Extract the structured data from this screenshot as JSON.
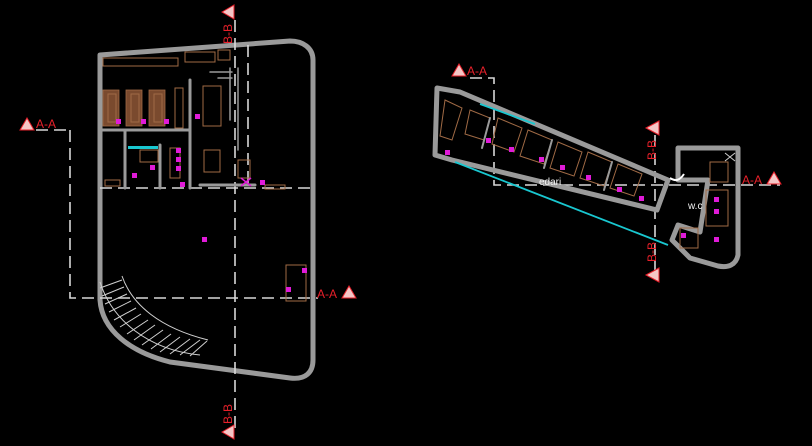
{
  "section_marks": {
    "aa": "A-A",
    "bb": "B-B"
  },
  "room_labels": {
    "office": "edari",
    "wc": "w.c"
  },
  "colors": {
    "background": "#000000",
    "walls": "#9a9a9a",
    "furniture": "#a06a45",
    "section_label": "#e8202a",
    "markers": "#e01bd8",
    "glazing": "#19c7d0",
    "grid": "#d8d8d8"
  }
}
